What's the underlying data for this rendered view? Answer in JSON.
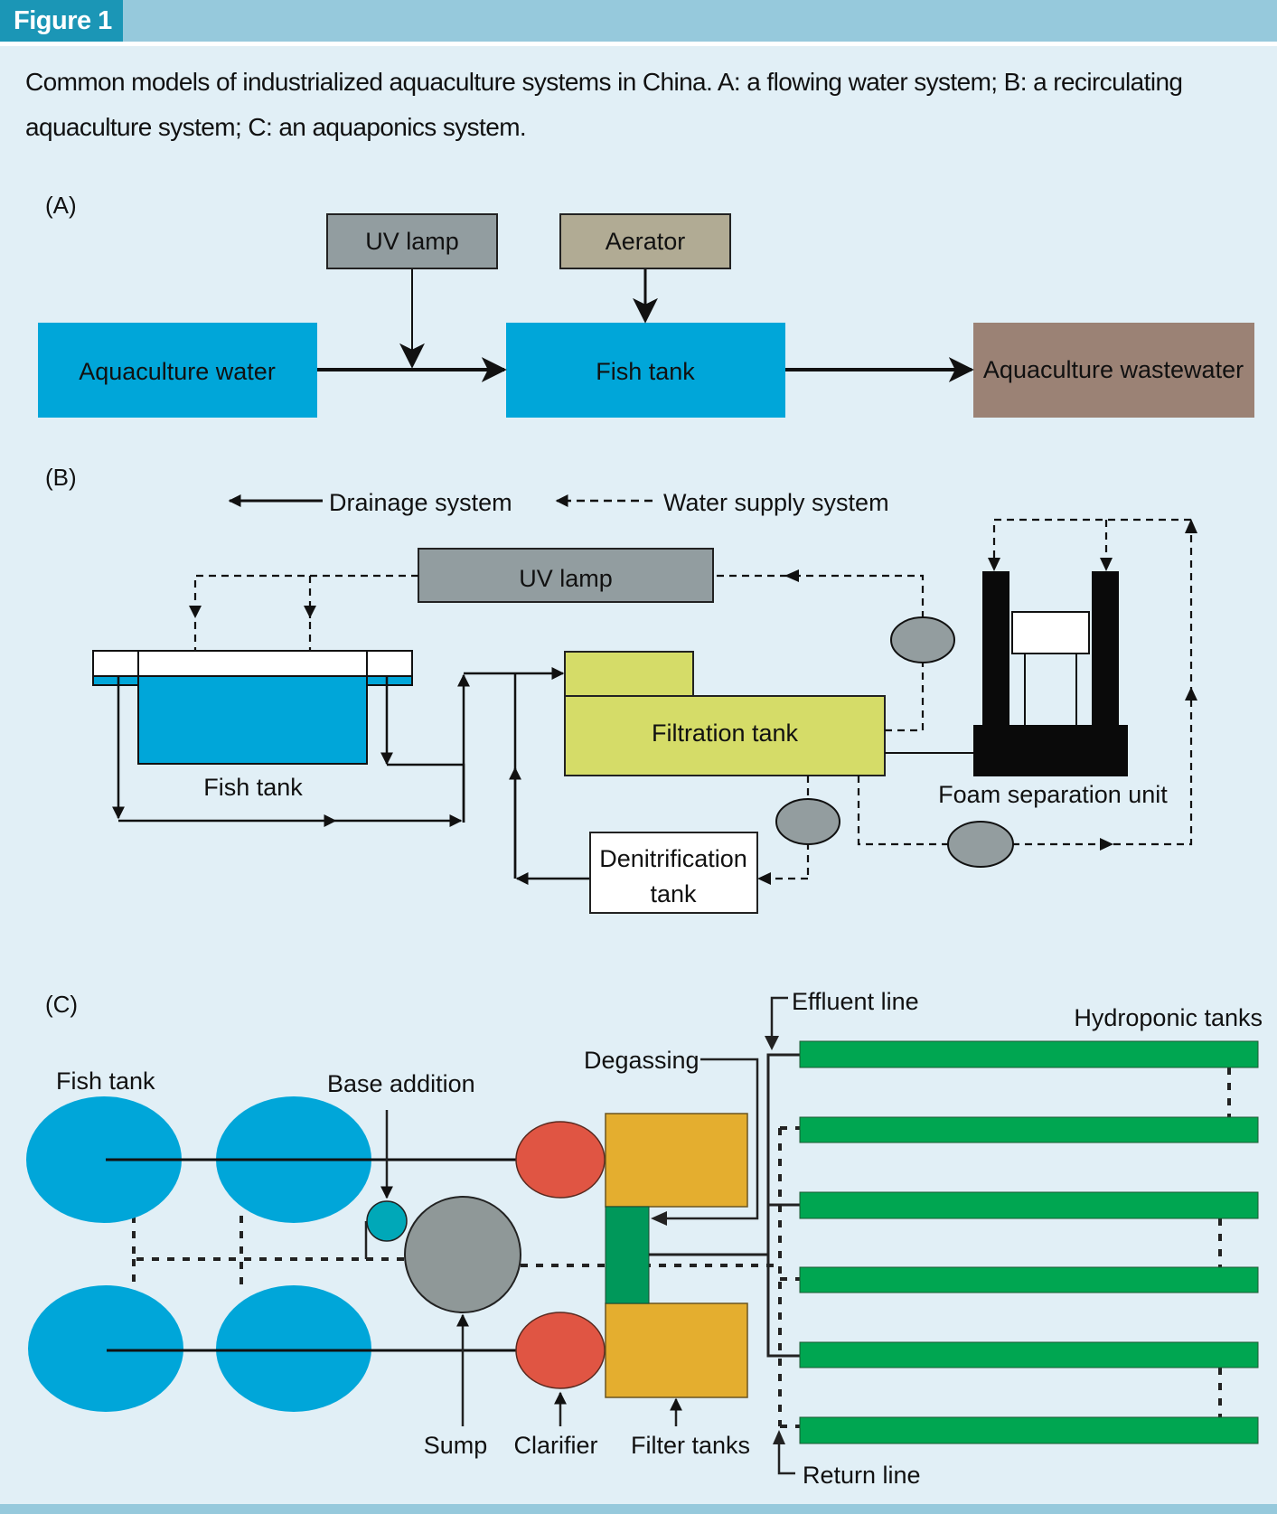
{
  "header": {
    "figure_label": "Figure 1"
  },
  "caption": "Common models of industrialized aquaculture systems in China. A: a flowing water system; B: a recirculating aquaculture system; C: an aquaponics system.",
  "colors": {
    "header_tab": "#1b96b6",
    "header_bar": "#96c9dc",
    "background": "#e1eff6",
    "water_blue": "#00a6d9",
    "uv_gray": "#929da0",
    "aerator_tan": "#b1ab94",
    "wastewater_brown": "#9b8275",
    "filtration_yellow": "#d5dc68",
    "pump_gray": "#939d9f",
    "clarifier_red": "#e05543",
    "filter_orange": "#e4ae2f",
    "degas_green": "#00985a",
    "hydroponic_green": "#00a651",
    "base_teal": "#00a8b8",
    "sump_gray": "#8f9898"
  },
  "panel_a": {
    "label": "(A)",
    "uv_lamp": "UV lamp",
    "aerator": "Aerator",
    "aquaculture_water": "Aquaculture water",
    "fish_tank": "Fish tank",
    "aquaculture_wastewater": "Aquaculture wastewater"
  },
  "panel_b": {
    "label": "(B)",
    "legend": {
      "drainage": "Drainage system",
      "water_supply": "Water supply system"
    },
    "uv_lamp": "UV lamp",
    "fish_tank": "Fish tank",
    "filtration_tank": "Filtration tank",
    "denitrification_line1": "Denitrification",
    "denitrification_line2": "tank",
    "foam_unit": "Foam separation unit"
  },
  "panel_c": {
    "label": "(C)",
    "fish_tank": "Fish tank",
    "base_addition": "Base addition",
    "degassing": "Degassing",
    "effluent_line": "Effluent line",
    "hydroponic_tanks": "Hydroponic tanks",
    "sump": "Sump",
    "clarifier": "Clarifier",
    "filter_tanks": "Filter tanks",
    "return_line": "Return line"
  }
}
